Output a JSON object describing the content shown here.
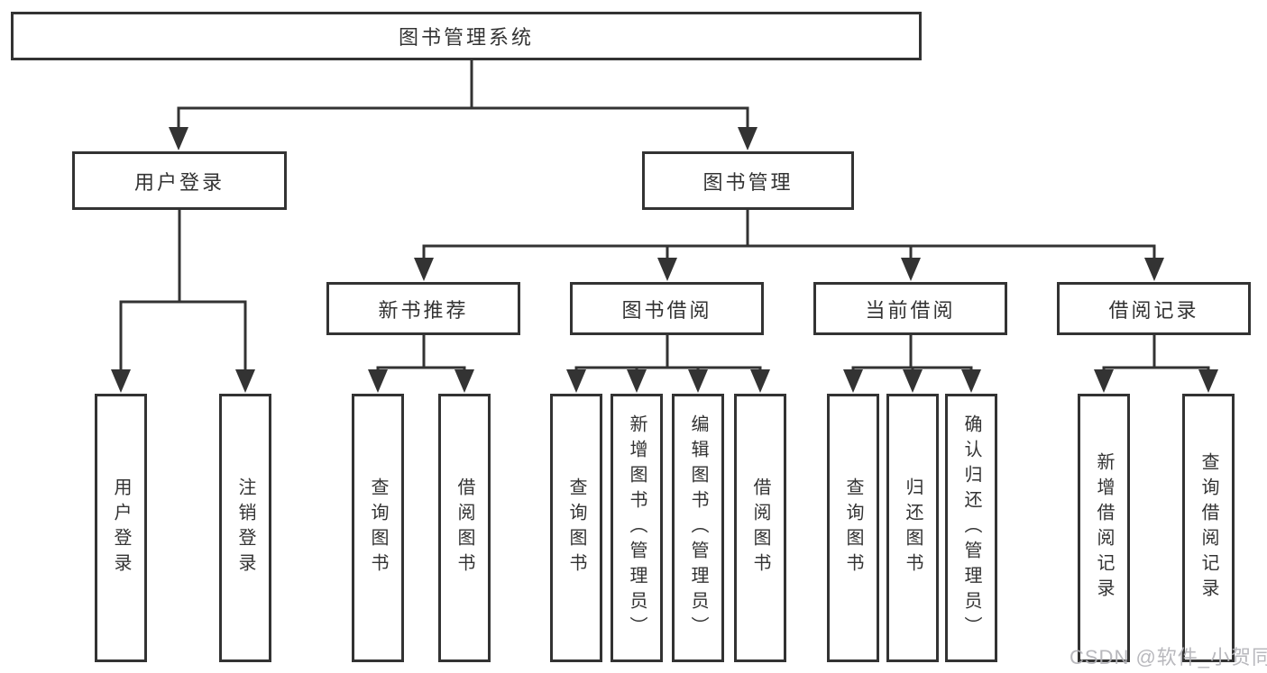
{
  "diagram": {
    "root": {
      "label": "图书管理系统"
    },
    "branches": [
      {
        "label": "用户登录",
        "children": [
          {
            "label": "用户登录"
          },
          {
            "label": "注销登录"
          }
        ]
      },
      {
        "label": "图书管理",
        "groups": [
          {
            "label": "新书推荐",
            "children": [
              {
                "label": "查询图书"
              },
              {
                "label": "借阅图书"
              }
            ]
          },
          {
            "label": "图书借阅",
            "children": [
              {
                "label": "查询图书"
              },
              {
                "label": "新增图书（管理员）"
              },
              {
                "label": "编辑图书（管理员）"
              },
              {
                "label": "借阅图书"
              }
            ]
          },
          {
            "label": "当前借阅",
            "children": [
              {
                "label": "查询图书"
              },
              {
                "label": "归还图书"
              },
              {
                "label": "确认归还（管理员）"
              }
            ]
          },
          {
            "label": "借阅记录",
            "children": [
              {
                "label": "新增借阅记录"
              },
              {
                "label": "查询借阅记录"
              }
            ]
          }
        ]
      }
    ]
  },
  "watermark": {
    "label": "CSDN @软件_小贺同学"
  },
  "colors": {
    "line": "#333333",
    "text": "#333333",
    "box_background": "#ffffff",
    "page_background": "#ffffff",
    "watermark": "#b3b3b8"
  }
}
